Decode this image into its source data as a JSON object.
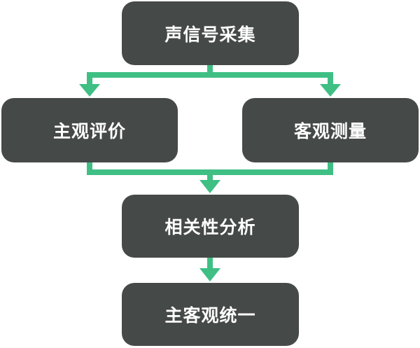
{
  "diagram": {
    "accent_color": "#3fbf84",
    "node_color": "#454948",
    "nodes": {
      "signal_collection": "声信号采集",
      "subjective_evaluation": "主观评价",
      "objective_measurement": "客观测量",
      "correlation_analysis": "相关性分析",
      "subjective_objective_unification": "主客观统一"
    },
    "edges": [
      {
        "from": "signal_collection",
        "to": "subjective_evaluation"
      },
      {
        "from": "signal_collection",
        "to": "objective_measurement"
      },
      {
        "from": "subjective_evaluation",
        "to": "correlation_analysis"
      },
      {
        "from": "objective_measurement",
        "to": "correlation_analysis"
      },
      {
        "from": "correlation_analysis",
        "to": "subjective_objective_unification"
      }
    ]
  }
}
